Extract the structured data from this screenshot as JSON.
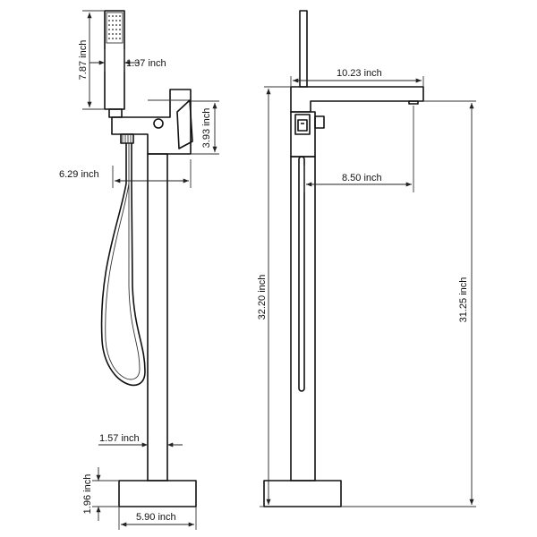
{
  "dimensions": {
    "handshower_length": "7.87 inch",
    "handshower_width": "1.37 inch",
    "valve_height": "3.93 inch",
    "handshower_offset": "6.29 inch",
    "spout_reach_total": "10.23 inch",
    "spout_reach_column": "8.50 inch",
    "total_height": "32.20 inch",
    "spout_height": "31.25 inch",
    "column_diameter": "1.57 inch",
    "base_height": "1.96 inch",
    "base_width": "5.90 inch"
  },
  "colors": {
    "line": "#111111",
    "background": "#ffffff"
  },
  "icons": {
    "dimension-arrow": "filled triangle"
  }
}
